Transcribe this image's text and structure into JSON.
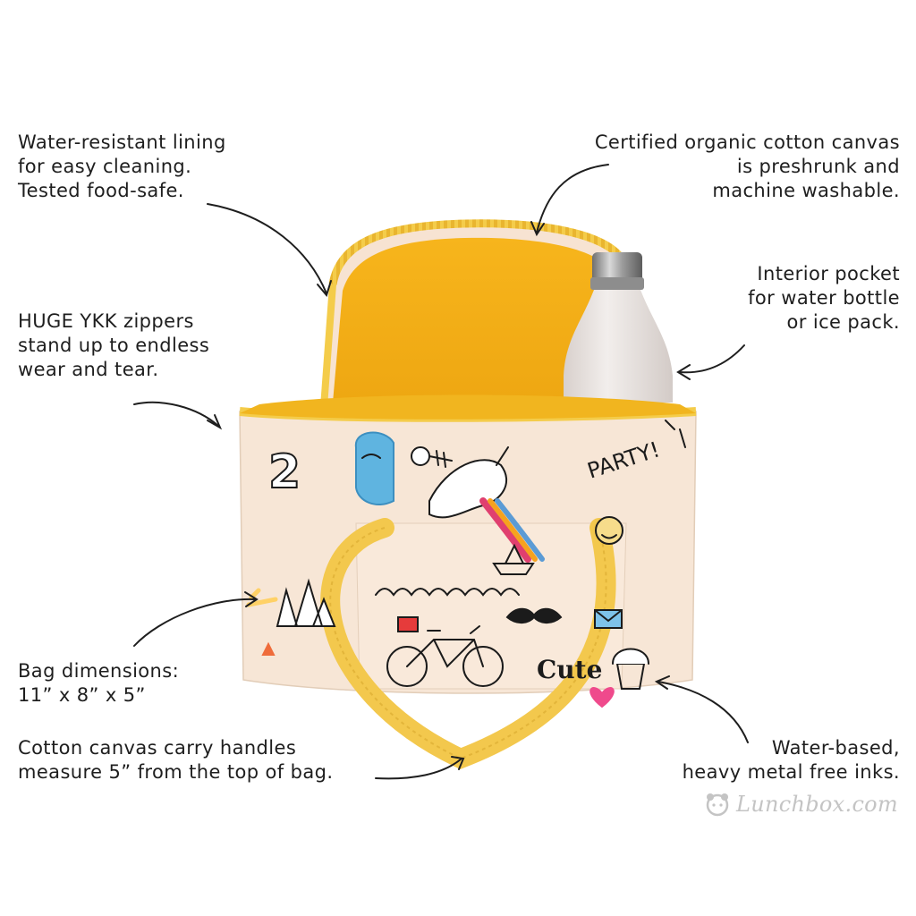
{
  "callouts": {
    "lining": "Water-resistant lining\nfor easy cleaning.\nTested food-safe.",
    "canvas": "Certified organic cotton canvas\nis preshrunk and\nmachine washable.",
    "pocket": "Interior pocket\nfor water bottle\nor ice pack.",
    "zippers": "HUGE YKK zippers\nstand up to endless\nwear and tear.",
    "dimensions": "Bag dimensions:\n11” x 8” x 5”",
    "handles": "Cotton canvas carry handles\nmeasure 5” from the top of bag.",
    "inks": "Water-based,\nheavy metal free inks."
  },
  "bag_print": {
    "party_text": "PARTY!",
    "cute_text": "Cute",
    "number_text": "2"
  },
  "brand": {
    "name": "Lunchbox.com"
  },
  "colors": {
    "lining_yellow": "#f6b71d",
    "zipper_yellow": "#f4cc4a",
    "canvas_cream": "#f7e6d6",
    "bottle_frost": "#e9e3e0",
    "cap_steel": "#9a9a9a",
    "text": "#1e1e1e",
    "brand_gray": "#c4c4c4"
  },
  "icons": [
    "arrow-icon",
    "bicycle-icon",
    "mustache-icon",
    "paper-boat-icon",
    "unicorn-icon",
    "crystal-icon",
    "cupcake-icon",
    "smiley-icon",
    "envelope-icon",
    "heart-icon",
    "brand-face-icon"
  ]
}
